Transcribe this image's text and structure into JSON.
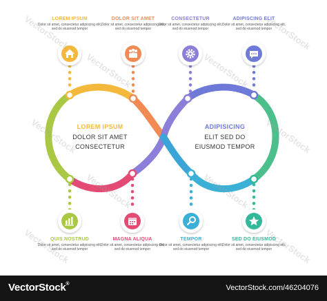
{
  "colors": {
    "yellow": "#f4b93c",
    "orange": "#f28a54",
    "purple": "#8c7fd9",
    "indigo": "#6f7ad8",
    "lime": "#a9c945",
    "pink": "#e44b74",
    "cyan": "#3bb0d6",
    "teal": "#34b89a",
    "green": "#9ccb3a",
    "blue": "#3ba5d8"
  },
  "steps_top": [
    {
      "title": "LOREM IPSUM",
      "text": "Dolor sit amet, consectetur adipiscing elit, sed do eiusmod tempor",
      "icon": "home-icon",
      "color": "#f4b93c"
    },
    {
      "title": "DOLOR SIT AMET",
      "text": "Dolor sit amet, consectetur adipiscing elit, sed do eiusmod tempor",
      "icon": "people-icon",
      "color": "#f28a54"
    },
    {
      "title": "CONSECTETUR",
      "text": "Dolor sit amet, consectetur adipiscing elit, sed do eiusmod tempor",
      "icon": "gear-icon",
      "color": "#8c7fd9"
    },
    {
      "title": "ADIPISCING ELIT",
      "text": "Dolor sit amet, consectetur adipiscing elit, sed do eiusmod tempor",
      "icon": "chat-icon",
      "color": "#6f7ad8"
    }
  ],
  "steps_bottom": [
    {
      "title": "QUIS NOSTRUD",
      "text": "Dolor sit amet, consectetur adipiscing elit, sed do eiusmod tempor",
      "icon": "bar-chart-icon",
      "color": "#a9c945"
    },
    {
      "title": "MAGNA ALIQUA",
      "text": "Dolor sit amet, consectetur adipiscing elit, sed do eiusmod tempor",
      "icon": "calendar-icon",
      "color": "#e44b74"
    },
    {
      "title": "TEMPOR",
      "text": "Dolor sit amet, consectetur adipiscing elit, sed do eiusmod tempor",
      "icon": "search-icon",
      "color": "#3bb0d6"
    },
    {
      "title": "SED DO EIUSMOD",
      "text": "Dolor sit amet, consectetur adipiscing elit, sed do eiusmod tempor",
      "icon": "star-icon",
      "color": "#34b89a"
    }
  ],
  "center_left": {
    "highlight": "LOREM IPSUM",
    "line2": "DOLOR SIT AMET",
    "line3": "CONSECTETUR",
    "color": "#f4b93c"
  },
  "center_right": {
    "highlight": "ADIPISICING",
    "line2": "ELIT SED DO",
    "line3": "EIUSMOD TEMPOR",
    "color": "#6f7ad8"
  },
  "footer": {
    "brand": "VectorStock",
    "reg": "®",
    "id": "VectorStock.com/46204076"
  },
  "watermark": "VectorStock"
}
